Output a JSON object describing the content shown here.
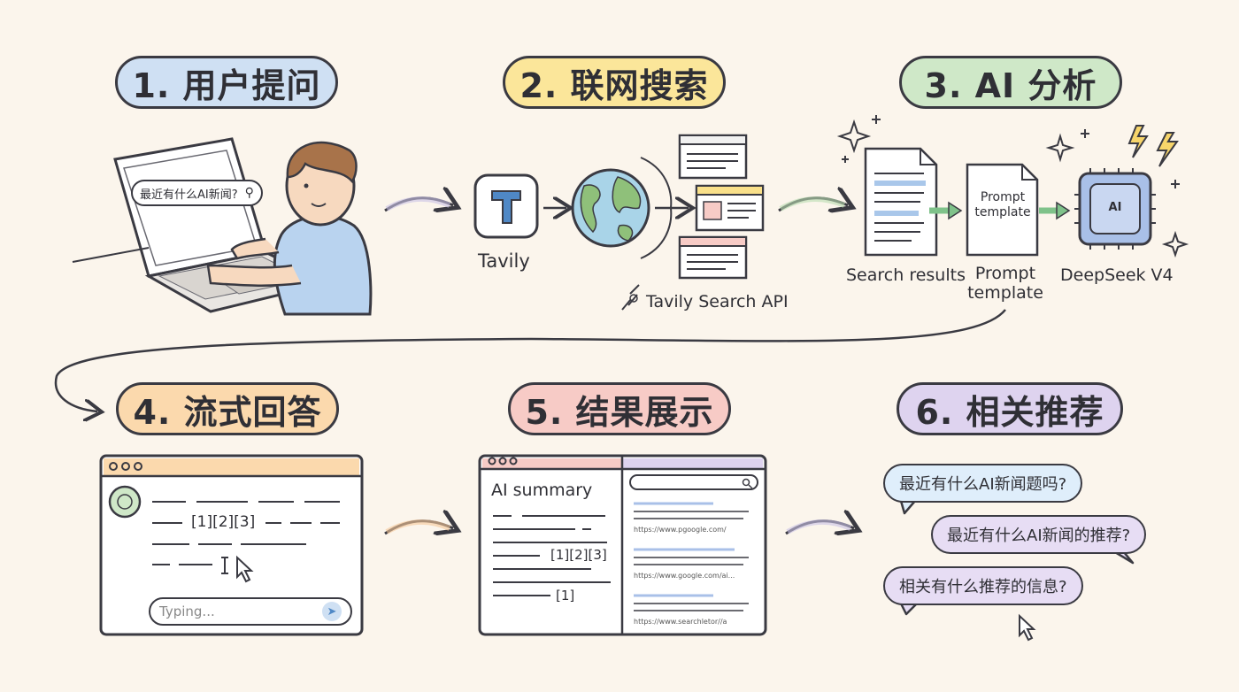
{
  "steps": [
    {
      "label": "1. 用户提问",
      "color": "#cfe0f3"
    },
    {
      "label": "2. 联网搜索",
      "color": "#fbe69a"
    },
    {
      "label": "3. AI 分析",
      "color": "#cfe8c8"
    },
    {
      "label": "4. 流式回答",
      "color": "#fbd9ad"
    },
    {
      "label": "5. 结果展示",
      "color": "#f7cbc6"
    },
    {
      "label": "6. 相关推荐",
      "color": "#ded3ef"
    }
  ],
  "step1": {
    "query": "最近有什么AI新闻?"
  },
  "step2": {
    "tavily_label": "Tavily",
    "api_label": "Tavily Search API"
  },
  "step3": {
    "search_results_label": "Search results",
    "prompt_card_text": "Prompt template",
    "prompt_label": "Prompt template",
    "chip_text": "AI",
    "model_label": "DeepSeek V4"
  },
  "step4": {
    "citation": "[1][2][3]",
    "typing_placeholder": "Typing..."
  },
  "step5": {
    "summary_title": "AI summary",
    "citation_a": "[1][2][3]",
    "citation_b": "[1]",
    "urls": [
      "https://www.pgoogle.com/",
      "https://www.google.com/ai...",
      "https://www.searchletor//a"
    ]
  },
  "step6": {
    "suggestions": [
      "最近有什么AI新闻题吗?",
      "最近有什么AI新闻的推荐?",
      "相关有什么推荐的信息?"
    ],
    "bubble_color": "#dfeefb",
    "bubble_color_2": "#e7ddf4"
  }
}
